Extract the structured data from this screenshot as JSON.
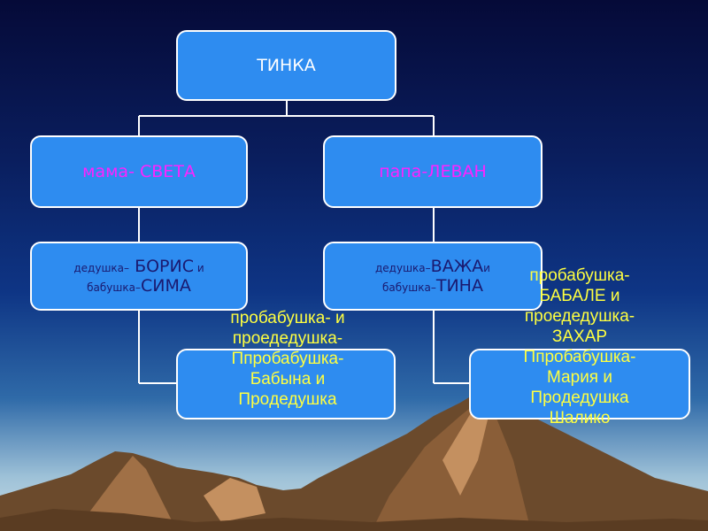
{
  "colors": {
    "box_fill": "#2e8cf0",
    "box_border": "#ffffff",
    "connector": "#ffffff",
    "overlay_text": "#ffff40",
    "parent_text": "#ff22ff",
    "grand_text": "#1a1a70"
  },
  "root": {
    "label": "ТИНКА"
  },
  "mother": {
    "label": "мама- СВЕТА"
  },
  "father": {
    "label": "папа-ЛЕВАН"
  },
  "maternal_grandparents": {
    "line1_small": "дедушка–",
    "line1_big": " БОРИС",
    "line1_tail": " и",
    "line2_small": "бабушка–",
    "line2_big": "СИМА"
  },
  "paternal_grandparents": {
    "line1_small": "дедушка–",
    "line1_big": "ВАЖА",
    "line1_tail": "и",
    "line2_small": "бабушка–",
    "line2_big": "ТИНА"
  },
  "left_great_box": {
    "lines": [
      "пробабушка-  и",
      "проедедушка-",
      "Ппробабушка-",
      "Бабына и",
      "Прoдедушка"
    ]
  },
  "right_great_box": {
    "lines": [
      "пробабушка-",
      "БАБАЛЕ и",
      "проедедушка-",
      "ЗАХАР",
      "Ппробабушка-",
      "Мария и",
      "Прoдедушка",
      "Шалико"
    ]
  }
}
